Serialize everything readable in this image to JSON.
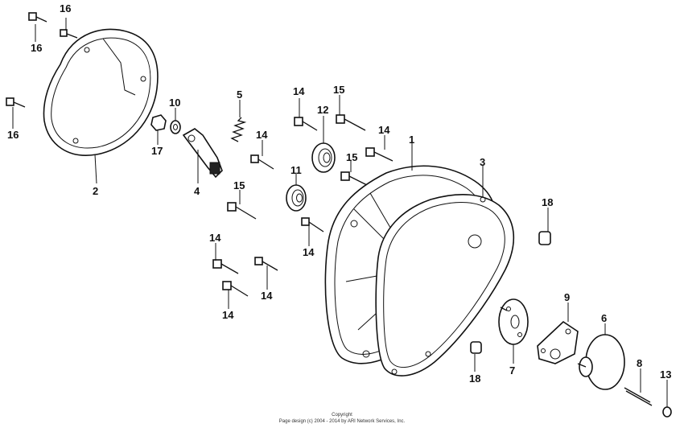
{
  "labels": {
    "l1": "1",
    "l2": "2",
    "l3": "3",
    "l4": "4",
    "l5": "5",
    "l6": "6",
    "l7": "7",
    "l8": "8",
    "l9": "9",
    "l10": "10",
    "l11": "11",
    "l12": "12",
    "l13": "13",
    "l14a": "14",
    "l14b": "14",
    "l14c": "14",
    "l14d": "14",
    "l14e": "14",
    "l14f": "14",
    "l14g": "14",
    "l15a": "15",
    "l15b": "15",
    "l15c": "15",
    "l16a": "16",
    "l16b": "16",
    "l16c": "16",
    "l17": "17",
    "l18a": "18",
    "l18b": "18"
  },
  "footer": {
    "line1": "Copyright",
    "line2": "Page design (c) 2004 - 2014 by ARI Network Services, Inc."
  }
}
